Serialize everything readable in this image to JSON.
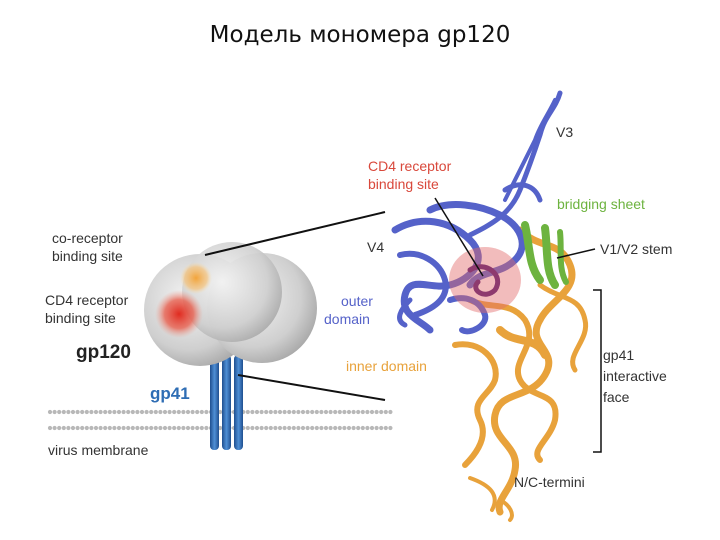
{
  "title": "Модель мономера gp120",
  "colors": {
    "outer_domain": "#5562c9",
    "inner_domain": "#e8a23b",
    "bridging_sheet": "#6db33f",
    "cd4_site": "#d9483b",
    "gp41": "#2e6db4",
    "label_dark": "#333333"
  },
  "left_schematic": {
    "coreceptor_label": [
      "co-receptor",
      "binding site"
    ],
    "cd4_label": [
      "CD4 receptor",
      "binding site"
    ],
    "gp120_label": "gp120",
    "gp41_label": "gp41",
    "membrane_label": "virus membrane"
  },
  "structure": {
    "v3": "V3",
    "cd4_site": [
      "CD4 receptor",
      "binding site"
    ],
    "bridging_sheet": "bridging sheet",
    "v4": "V4",
    "v1v2": "V1/V2 stem",
    "outer_domain": [
      "outer",
      "domain"
    ],
    "inner_domain": "inner domain",
    "gp41_face": [
      "gp41",
      "interactive",
      "face"
    ],
    "termini": "N/C-termini"
  }
}
